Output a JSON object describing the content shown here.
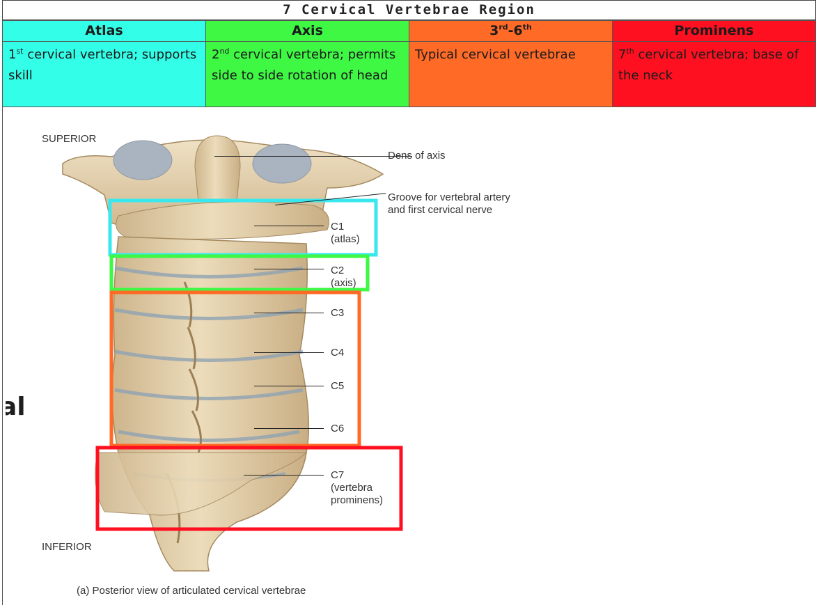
{
  "title": "7 Cervical Vertebrae Region",
  "regions": [
    {
      "header": "Atlas",
      "desc_a": "1",
      "desc_sup": "st",
      "desc_b": " cervical vertebra; supports skill",
      "color": "#33ffe8"
    },
    {
      "header": "Axis",
      "desc_a": "2",
      "desc_sup": "nd",
      "desc_b": " cervical vertebra; permits side to side rotation of head",
      "color": "#3ef844"
    },
    {
      "header_a": "3",
      "header_sup1": "rd",
      "header_mid": "-6",
      "header_sup2": "th",
      "desc": "Typical cervical vertebrae",
      "color": "#ff6a26"
    },
    {
      "header": "Prominens",
      "desc_a": "7",
      "desc_sup": "th",
      "desc_b": " cervical vertebra; base of the neck",
      "color": "#ff1020"
    }
  ],
  "cut_text": "al",
  "figure": {
    "superior": "SUPERIOR",
    "inferior": "INFERIOR",
    "caption": "(a) Posterior view of articulated cervical vertebrae",
    "callouts": {
      "dens": "Dens of axis",
      "groove": "Groove for vertebral artery and first cervical nerve",
      "c1": "C1",
      "c1_sub": "(atlas)",
      "c2": "C2",
      "c2_sub": "(axis)",
      "c3": "C3",
      "c4": "C4",
      "c5": "C5",
      "c6": "C6",
      "c7": "C7",
      "c7_sub": "(vertebra prominens)"
    },
    "highlight_colors": {
      "atlas": "#39e8ee",
      "axis": "#3ef844",
      "typical": "#ff6a26",
      "prominens": "#ff1020"
    }
  }
}
